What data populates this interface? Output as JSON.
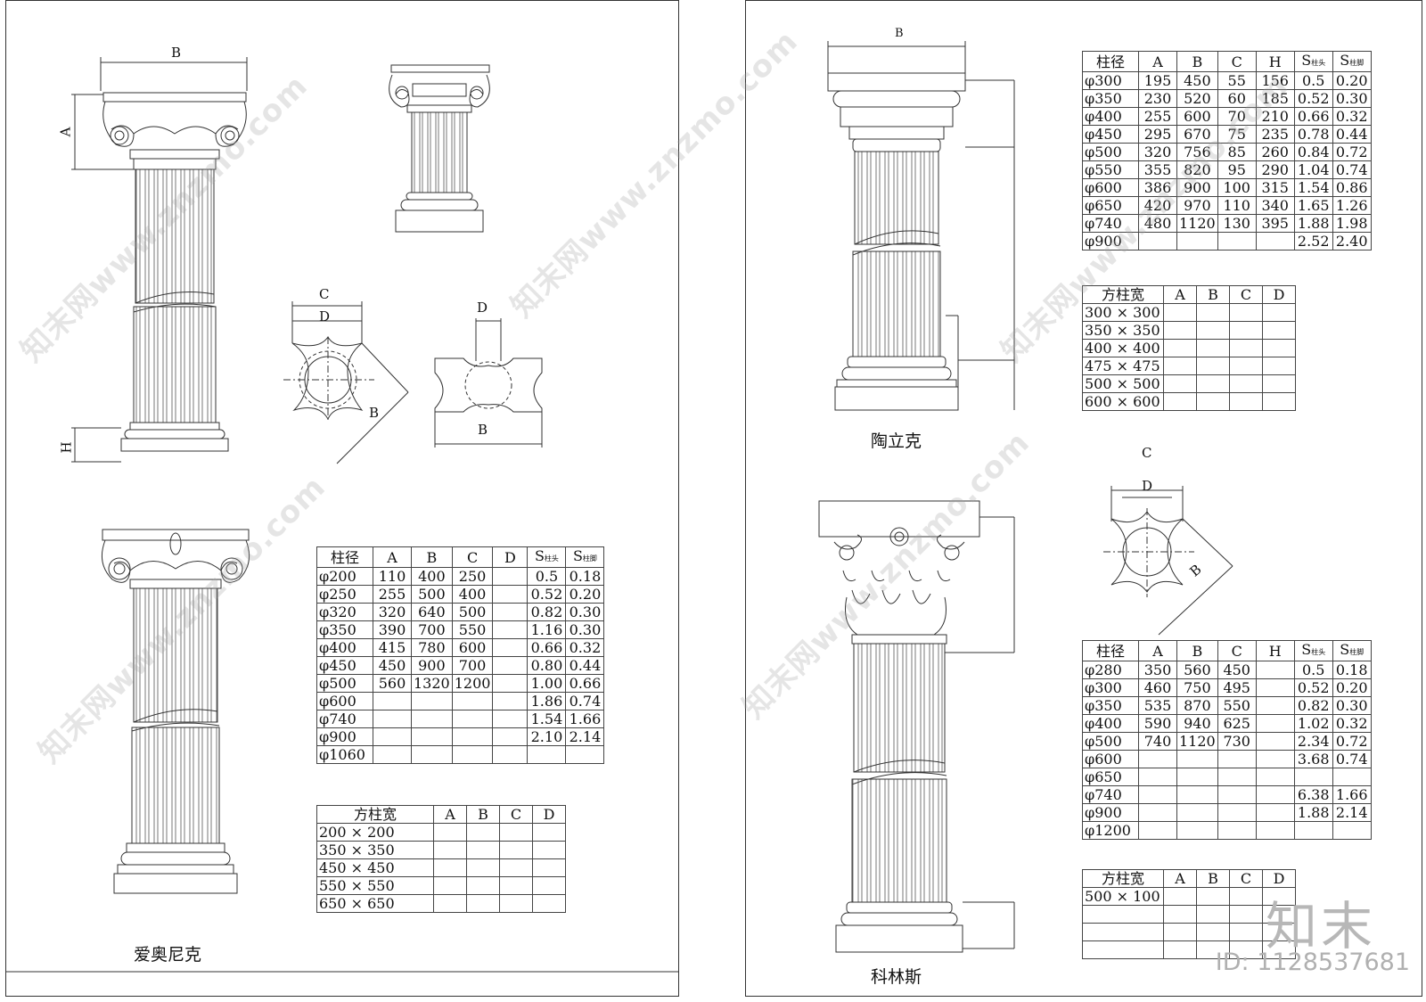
{
  "left_sheet": {
    "dim_labels": {
      "b_top": "B",
      "a_side": "A",
      "h_side": "H",
      "c_plan": "C",
      "d_plan": "D",
      "b_plan": "B",
      "d_square": "D",
      "b_square": "B"
    },
    "caption": "爱奥尼克",
    "round_table": {
      "headers": [
        "柱径",
        "A",
        "B",
        "C",
        "D",
        "S",
        "S"
      ],
      "header_subs": [
        "柱头",
        "柱脚"
      ],
      "rows": [
        [
          "φ200",
          "110",
          "400",
          "250",
          "",
          "0.5",
          "0.18"
        ],
        [
          "φ250",
          "255",
          "500",
          "400",
          "",
          "0.52",
          "0.20"
        ],
        [
          "φ320",
          "320",
          "640",
          "500",
          "",
          "0.82",
          "0.30"
        ],
        [
          "φ350",
          "390",
          "700",
          "550",
          "",
          "1.16",
          "0.30"
        ],
        [
          "φ400",
          "415",
          "780",
          "600",
          "",
          "0.66",
          "0.32"
        ],
        [
          "φ450",
          "450",
          "900",
          "700",
          "",
          "0.80",
          "0.44"
        ],
        [
          "φ500",
          "560",
          "1320",
          "1200",
          "",
          "1.00",
          "0.66"
        ],
        [
          "φ600",
          "",
          "",
          "",
          "",
          "1.86",
          "0.74"
        ],
        [
          "φ740",
          "",
          "",
          "",
          "",
          "1.54",
          "1.66"
        ],
        [
          "φ900",
          "",
          "",
          "",
          "",
          "2.10",
          "2.14"
        ],
        [
          "φ1060",
          "",
          "",
          "",
          "",
          "",
          ""
        ]
      ]
    },
    "square_table": {
      "headers": [
        "方柱宽",
        "A",
        "B",
        "C",
        "D"
      ],
      "rows": [
        [
          "200 × 200",
          "",
          "",
          "",
          ""
        ],
        [
          "350 × 350",
          "",
          "",
          "",
          ""
        ],
        [
          "450 × 450",
          "",
          "",
          "",
          ""
        ],
        [
          "550 × 550",
          "",
          "",
          "",
          ""
        ],
        [
          "650 × 650",
          "",
          "",
          "",
          ""
        ]
      ]
    }
  },
  "right_sheet": {
    "dim_labels": {
      "b_top": "B",
      "c_plan": "C",
      "d_plan": "D",
      "b_plan": "B"
    },
    "caption_top": "陶立克",
    "caption_bottom": "科林斯",
    "doric_round_table": {
      "headers": [
        "柱径",
        "A",
        "B",
        "C",
        "H",
        "S",
        "S"
      ],
      "header_subs": [
        "柱头",
        "柱脚"
      ],
      "rows": [
        [
          "φ300",
          "195",
          "450",
          "55",
          "156",
          "0.5",
          "0.20"
        ],
        [
          "φ350",
          "230",
          "520",
          "60",
          "185",
          "0.52",
          "0.30"
        ],
        [
          "φ400",
          "255",
          "600",
          "70",
          "210",
          "0.66",
          "0.32"
        ],
        [
          "φ450",
          "295",
          "670",
          "75",
          "235",
          "0.78",
          "0.44"
        ],
        [
          "φ500",
          "320",
          "756",
          "85",
          "260",
          "0.84",
          "0.72"
        ],
        [
          "φ550",
          "355",
          "820",
          "95",
          "290",
          "1.04",
          "0.74"
        ],
        [
          "φ600",
          "386",
          "900",
          "100",
          "315",
          "1.54",
          "0.86"
        ],
        [
          "φ650",
          "420",
          "970",
          "110",
          "340",
          "1.65",
          "1.26"
        ],
        [
          "φ740",
          "480",
          "1120",
          "130",
          "395",
          "1.88",
          "1.98"
        ],
        [
          "φ900",
          "",
          "",
          "",
          "",
          "2.52",
          "2.40"
        ]
      ]
    },
    "doric_square_table": {
      "headers": [
        "方柱宽",
        "A",
        "B",
        "C",
        "D"
      ],
      "rows": [
        [
          "300 × 300",
          "",
          "",
          "",
          ""
        ],
        [
          "350 × 350",
          "",
          "",
          "",
          ""
        ],
        [
          "400 × 400",
          "",
          "",
          "",
          ""
        ],
        [
          "475 × 475",
          "",
          "",
          "",
          ""
        ],
        [
          "500 × 500",
          "",
          "",
          "",
          ""
        ],
        [
          "600 × 600",
          "",
          "",
          "",
          ""
        ]
      ]
    },
    "corinth_round_table": {
      "headers": [
        "柱径",
        "A",
        "B",
        "C",
        "H",
        "S",
        "S"
      ],
      "header_subs": [
        "柱头",
        "柱脚"
      ],
      "rows": [
        [
          "φ280",
          "350",
          "560",
          "450",
          "",
          "0.5",
          "0.18"
        ],
        [
          "φ300",
          "460",
          "750",
          "495",
          "",
          "0.52",
          "0.20"
        ],
        [
          "φ350",
          "535",
          "870",
          "550",
          "",
          "0.82",
          "0.30"
        ],
        [
          "φ400",
          "590",
          "940",
          "625",
          "",
          "1.02",
          "0.32"
        ],
        [
          "φ500",
          "740",
          "1120",
          "730",
          "",
          "2.34",
          "0.72"
        ],
        [
          "φ600",
          "",
          "",
          "",
          "",
          "3.68",
          "0.74"
        ],
        [
          "φ650",
          "",
          "",
          "",
          "",
          "",
          ""
        ],
        [
          "φ740",
          "",
          "",
          "",
          "",
          "6.38",
          "1.66"
        ],
        [
          "φ900",
          "",
          "",
          "",
          "",
          "1.88",
          "2.14"
        ],
        [
          "φ1200",
          "",
          "",
          "",
          "",
          "",
          ""
        ]
      ]
    },
    "corinth_square_table": {
      "headers": [
        "方柱宽",
        "A",
        "B",
        "C",
        "D"
      ],
      "rows": [
        [
          "500 × 100",
          "",
          "",
          "",
          ""
        ],
        [
          "",
          "",
          "",
          "",
          ""
        ],
        [
          "",
          "",
          "",
          "",
          ""
        ],
        [
          "",
          "",
          "",
          "",
          ""
        ]
      ]
    }
  },
  "watermark": {
    "text": "知末网www.znzmo.com",
    "brand": "知末",
    "id_text": "ID: 1128537681"
  },
  "colors": {
    "line": "#333333",
    "watermark": "#b7b7b7"
  }
}
